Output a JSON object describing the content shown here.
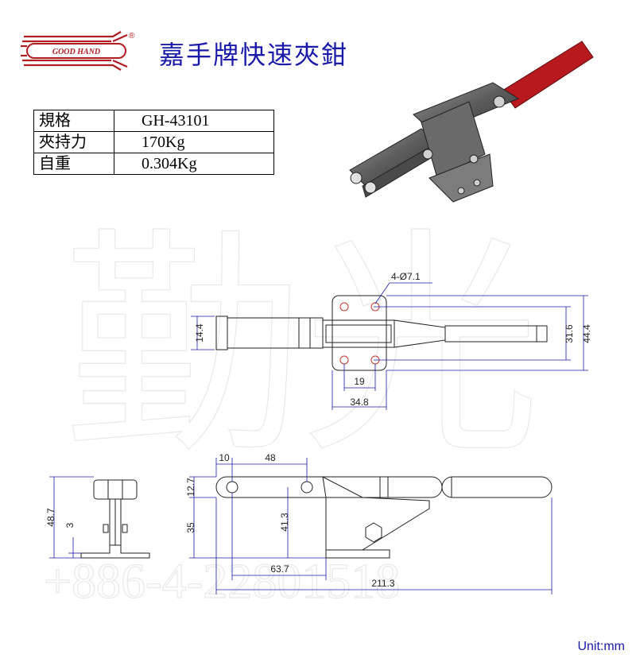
{
  "brand": {
    "logo_text": "GOOD HAND",
    "registered_mark": "®"
  },
  "title": "嘉手牌快速夾鉗",
  "spec_table": [
    {
      "label": "規格",
      "value": "GH-43101"
    },
    {
      "label": "夾持力",
      "value": "170Kg"
    },
    {
      "label": "自重",
      "value": "0.304Kg"
    }
  ],
  "watermark": {
    "chars": "勤光",
    "phone": "+886-4-22801518"
  },
  "dimensions": {
    "hole_callout": "4-Ø7.1",
    "top_view": {
      "left_height": "14.4",
      "hole_spacing_y": "31.6",
      "base_width": "44.4",
      "hole_spacing_x": "19",
      "base_length": "34.8"
    },
    "front_view": {
      "d10": "10",
      "d48": "48",
      "d12_7": "12.7",
      "d35": "35",
      "d41_3": "41.3",
      "d63_7": "63.7",
      "d211_3": "211.3"
    },
    "side_view": {
      "height": "48.7",
      "thickness": "3"
    }
  },
  "colors": {
    "brand_red": "#b01e23",
    "title_blue": "#1a1aa8",
    "handle_red": "#b8191f"
  },
  "unit_label": "Unit:mm"
}
